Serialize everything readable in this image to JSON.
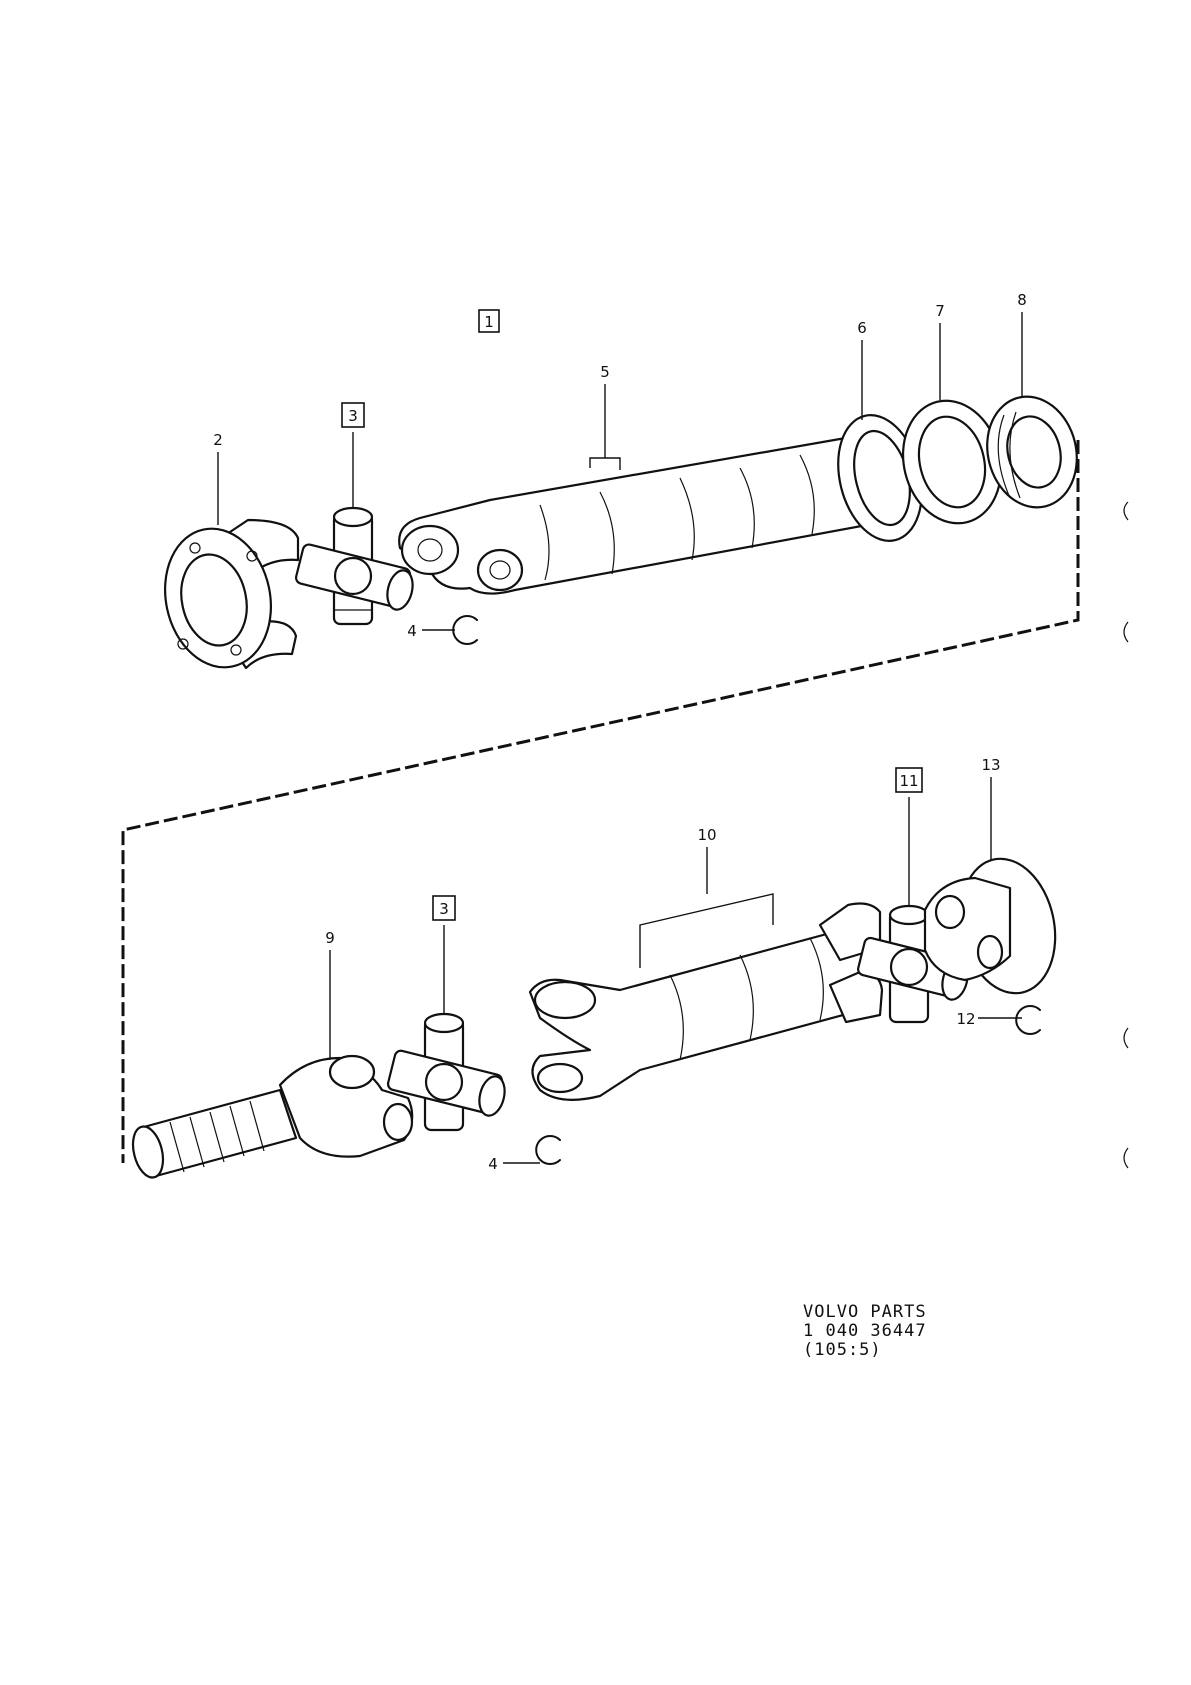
{
  "diagram": {
    "title_box": "1",
    "callouts": [
      {
        "id": "c2",
        "text": "2"
      },
      {
        "id": "c3a",
        "text": "3",
        "boxed": true
      },
      {
        "id": "c4a",
        "text": "4"
      },
      {
        "id": "c5",
        "text": "5"
      },
      {
        "id": "c6",
        "text": "6"
      },
      {
        "id": "c7",
        "text": "7"
      },
      {
        "id": "c8",
        "text": "8"
      },
      {
        "id": "c9",
        "text": "9"
      },
      {
        "id": "c3b",
        "text": "3",
        "boxed": true
      },
      {
        "id": "c4b",
        "text": "4"
      },
      {
        "id": "c10",
        "text": "10"
      },
      {
        "id": "c11",
        "text": "11",
        "boxed": true
      },
      {
        "id": "c12",
        "text": "12"
      },
      {
        "id": "c13",
        "text": "13"
      }
    ]
  },
  "caption": {
    "line1": "VOLVO PARTS",
    "line2": "1 040 36447",
    "line3": "(105:5)"
  }
}
